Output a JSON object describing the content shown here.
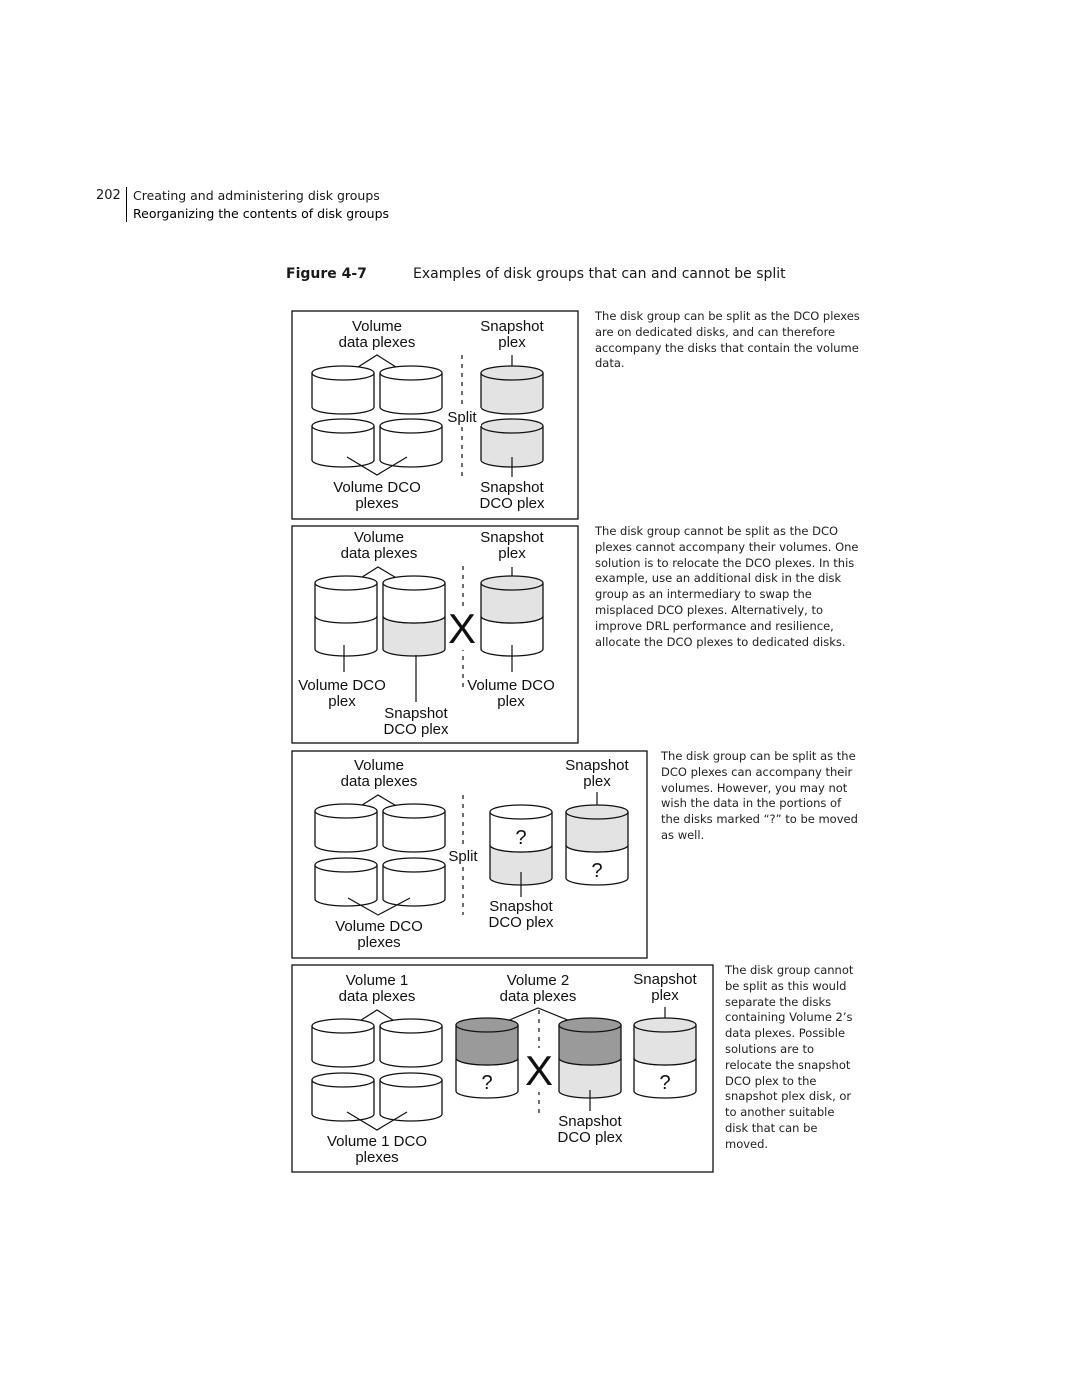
{
  "header": {
    "page_number": "202",
    "chapter": "Creating and administering disk groups",
    "section": "Reorganizing the contents of disk groups"
  },
  "figure": {
    "label": "Figure 4-7",
    "title": "Examples of disk groups that can and cannot be split"
  },
  "panels": [
    {
      "caption": "The disk group can be split as the DCO plexes are on dedicated disks, and can therefore accompany the disks that contain the volume data.",
      "labels": {
        "volume_data_1": "Volume",
        "volume_data_2": "data plexes",
        "snapshot_1": "Snapshot",
        "snapshot_2": "plex",
        "split": "Split",
        "vol_dco_1": "Volume DCO",
        "vol_dco_2": "plexes",
        "snap_dco_1": "Snapshot",
        "snap_dco_2": "DCO plex"
      }
    },
    {
      "caption": "The disk group cannot be split as the DCO plexes cannot accompany their volumes. One solution is to relocate the DCO plexes. In this example, use an additional disk in the disk group as an intermediary to swap the misplaced DCO plexes. Alternatively, to improve DRL performance and resilience, allocate the DCO plexes to dedicated disks.",
      "labels": {
        "volume_data_1": "Volume",
        "volume_data_2": "data plexes",
        "snapshot_1": "Snapshot",
        "snapshot_2": "plex",
        "x_mark": "X",
        "vol_dco_1": "Volume DCO",
        "vol_dco_2": "plex",
        "vol_dco_b1": "Volume DCO",
        "vol_dco_b2": "plex",
        "snap_dco_1": "Snapshot",
        "snap_dco_2": "DCO plex"
      }
    },
    {
      "caption": "The disk group can be split as the DCO plexes can accompany their volumes. However, you may not wish the data in the portions of the disks marked “?” to be moved as well.",
      "labels": {
        "volume_data_1": "Volume",
        "volume_data_2": "data plexes",
        "snapshot_1": "Snapshot",
        "snapshot_2": "plex",
        "split": "Split",
        "q": "?",
        "vol_dco_1": "Volume DCO",
        "vol_dco_2": "plexes",
        "snap_dco_1": "Snapshot",
        "snap_dco_2": "DCO plex"
      }
    },
    {
      "caption": "The disk group cannot be split as this would separate the disks containing Volume 2’s data plexes. Possible solutions are to relocate the snapshot DCO plex to the snapshot plex disk, or to another suitable disk that can be moved.",
      "labels": {
        "vol1_1": "Volume 1",
        "vol1_2": "data plexes",
        "vol2_1": "Volume 2",
        "vol2_2": "data plexes",
        "snapshot_1": "Snapshot",
        "snapshot_2": "plex",
        "x_mark": "X",
        "q": "?",
        "vol_dco_1": "Volume 1 DCO",
        "vol_dco_2": "plexes",
        "snap_dco_1": "Snapshot",
        "snap_dco_2": "DCO plex"
      }
    }
  ],
  "colors": {
    "light_fill": "#e3e3e3",
    "dark_fill": "#9a9a9a",
    "stroke": "#111111"
  }
}
